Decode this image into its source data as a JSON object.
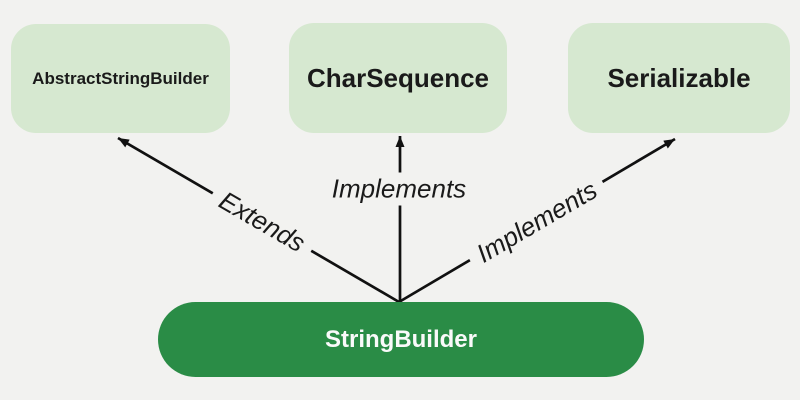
{
  "background": "#f2f2f0",
  "colors": {
    "interface_fill": "#d6e8d0",
    "class_fill": "#2a8c46",
    "node_text": "#1a1a1a",
    "inverse_text": "#fafafa",
    "edge": "#111111"
  },
  "diagram": {
    "type": "class-relationship",
    "nodes": [
      {
        "label": "AbstractStringBuilder",
        "role": "superclass"
      },
      {
        "label": "CharSequence",
        "role": "interface"
      },
      {
        "label": "Serializable",
        "role": "interface"
      },
      {
        "label": "StringBuilder",
        "role": "class"
      }
    ],
    "edges": [
      {
        "from": "StringBuilder",
        "to": "AbstractStringBuilder",
        "label": "Extends"
      },
      {
        "from": "StringBuilder",
        "to": "CharSequence",
        "label": "Implements"
      },
      {
        "from": "StringBuilder",
        "to": "Serializable",
        "label": "Implements"
      }
    ]
  }
}
